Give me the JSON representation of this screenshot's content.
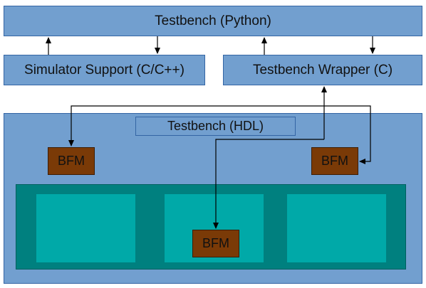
{
  "blocks": {
    "testbench_python": "Testbench (Python)",
    "simulator_support": "Simulator Support (C/C++)",
    "testbench_wrapper": "Testbench Wrapper (C)",
    "testbench_hdl": "Testbench (HDL)",
    "bfm_left": "BFM",
    "bfm_right": "BFM",
    "bfm_center": "BFM"
  },
  "colors": {
    "block_fill": "#729fcf",
    "block_border": "#3465a4",
    "bfm_fill": "#7a3a07",
    "dut_outer": "#00807f",
    "dut_inner": "#00a9a8"
  }
}
